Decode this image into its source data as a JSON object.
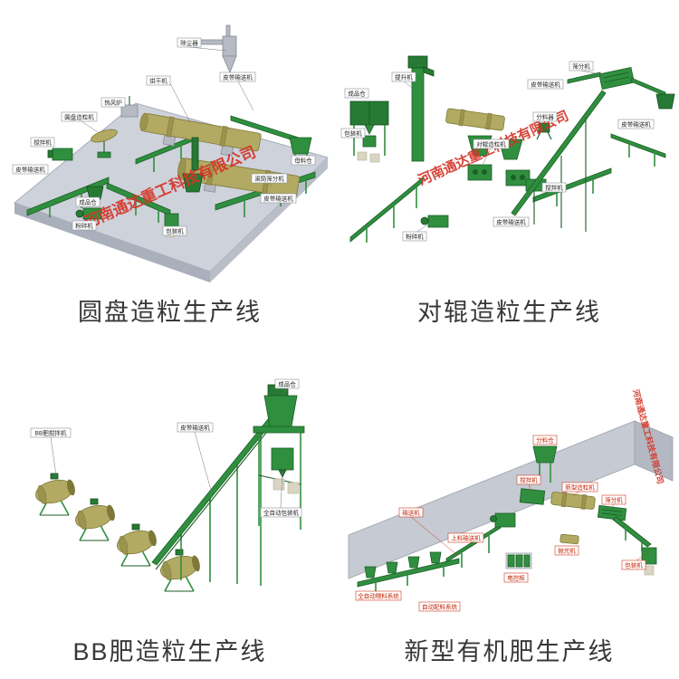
{
  "colors": {
    "equipment_green": "#2f8f3f",
    "drum_olive": "#b2aa62",
    "platform_gray": "#ced2db",
    "watermark_red": "#d43527",
    "label_red": "#c22000",
    "caption_text": "#383838",
    "background": "#ffffff"
  },
  "panels": [
    {
      "id": "disc-granulation",
      "caption": "圆盘造粒生产线",
      "watermark": "河南通达重工科技有限公司",
      "labels": [
        {
          "t": "除尘器"
        },
        {
          "t": "烘干机"
        },
        {
          "t": "热风炉"
        },
        {
          "t": "皮带输送机"
        },
        {
          "t": "圆盘造粒机"
        },
        {
          "t": "搅拌机"
        },
        {
          "t": "皮带输送机"
        },
        {
          "t": "成品仓"
        },
        {
          "t": "粉碎机"
        },
        {
          "t": "包装机"
        },
        {
          "t": "滚筒筛分机"
        },
        {
          "t": "母料仓"
        },
        {
          "t": "皮带输送机"
        }
      ]
    },
    {
      "id": "roller-granulation",
      "caption": "对辊造粒生产线",
      "watermark": "河南通达重工科技有限公司",
      "labels": [
        {
          "t": "提升机"
        },
        {
          "t": "成品仓"
        },
        {
          "t": "包装机"
        },
        {
          "t": "对辊造粒机"
        },
        {
          "t": "筛分机"
        },
        {
          "t": "皮带输送机"
        },
        {
          "t": "分料器"
        },
        {
          "t": "搅拌机"
        },
        {
          "t": "皮带输送机"
        },
        {
          "t": "皮带输送机"
        },
        {
          "t": "粉碎机"
        }
      ]
    },
    {
      "id": "bb-fertilizer",
      "caption": "BB肥造粒生产线",
      "labels": [
        {
          "t": "BB肥搅拌机"
        },
        {
          "t": "皮带输送机"
        },
        {
          "t": "成品仓"
        },
        {
          "t": "全自动包装机"
        }
      ]
    },
    {
      "id": "organic-fertilizer",
      "caption": "新型有机肥生产线",
      "watermark": "河南通达重工科技有限公司",
      "labels": [
        {
          "t": "分料仓"
        },
        {
          "t": "输送机"
        },
        {
          "t": "上料输送机"
        },
        {
          "t": "搅拌机"
        },
        {
          "t": "新型造粒机"
        },
        {
          "t": "筛分机"
        },
        {
          "t": "抛光机"
        },
        {
          "t": "包装机"
        },
        {
          "t": "电控柜"
        },
        {
          "t": "全自动喂料系统"
        },
        {
          "t": "自动配料系统"
        }
      ]
    }
  ]
}
